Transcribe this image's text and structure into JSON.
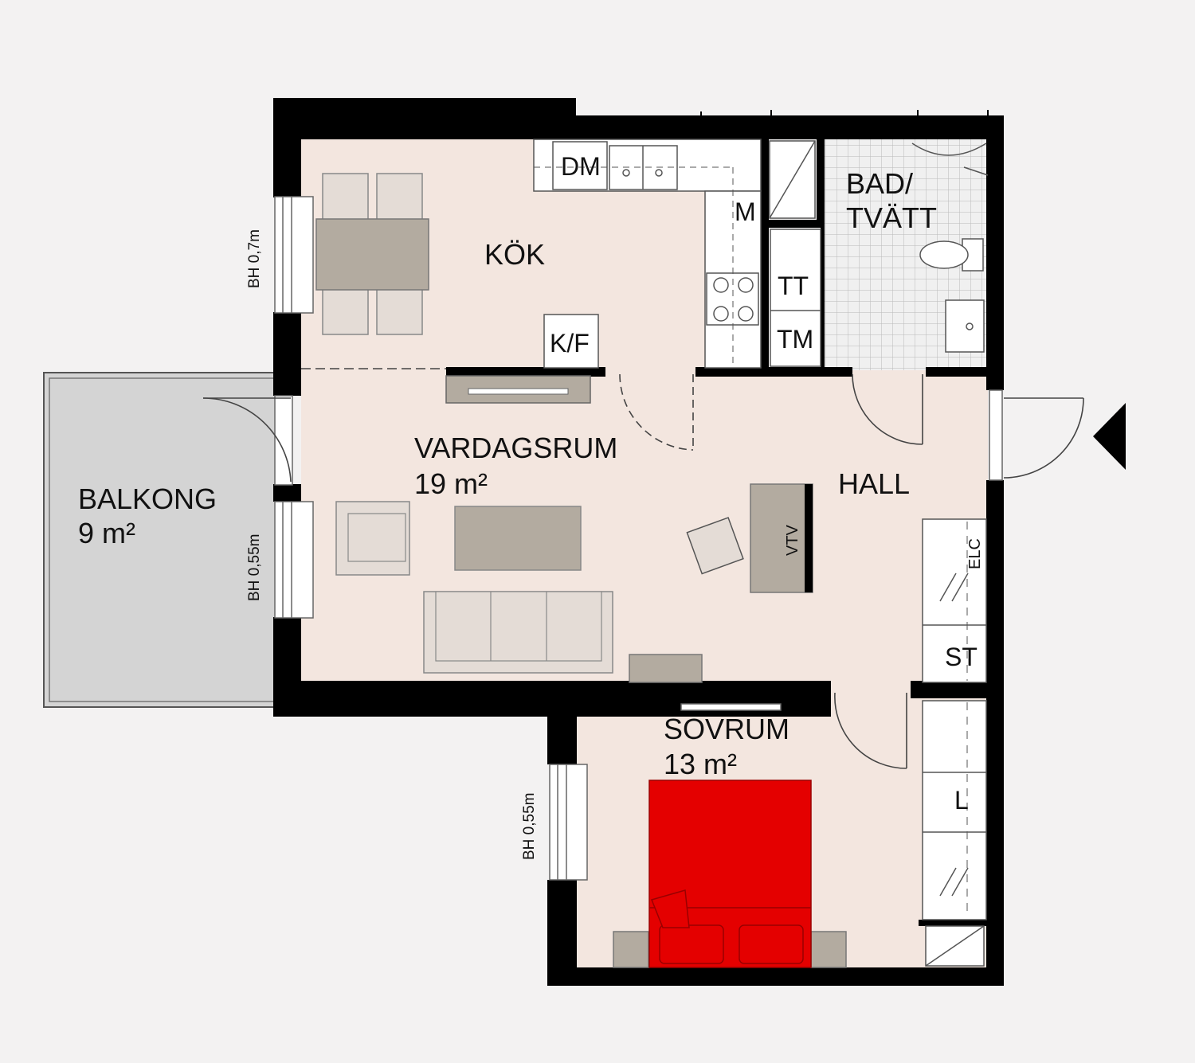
{
  "colors": {
    "background": "#f3f2f2",
    "floor": "#f3e6df",
    "wall": "#000000",
    "balcony": "#d4d4d4",
    "furniture": "#b3aba0",
    "furniture_light": "#e4dcd6",
    "tile": "#e8e8e8",
    "bed": "#e40000"
  },
  "rooms": {
    "kok": {
      "name": "KÖK"
    },
    "vardagsrum": {
      "name": "VARDAGSRUM",
      "area": "19 m²"
    },
    "hall": {
      "name": "HALL"
    },
    "bad": {
      "line1": "BAD/",
      "line2": "TVÄTT"
    },
    "balkong": {
      "name": "BALKONG",
      "area": "9 m²"
    },
    "sovrum": {
      "name": "SOVRUM",
      "area": "13 m²"
    }
  },
  "fixtures": {
    "dm": "DM",
    "m": "M",
    "kf": "K/F",
    "tt": "TT",
    "tm": "TM",
    "vtv": "VTV",
    "elc": "ELC",
    "st": "ST",
    "l": "L"
  },
  "windows": {
    "kok": "BH 0,7m",
    "vardagsrum": "BH 0,55m",
    "sovrum": "BH 0,55m"
  },
  "icons": {
    "entrance": "entrance-arrow-icon"
  }
}
